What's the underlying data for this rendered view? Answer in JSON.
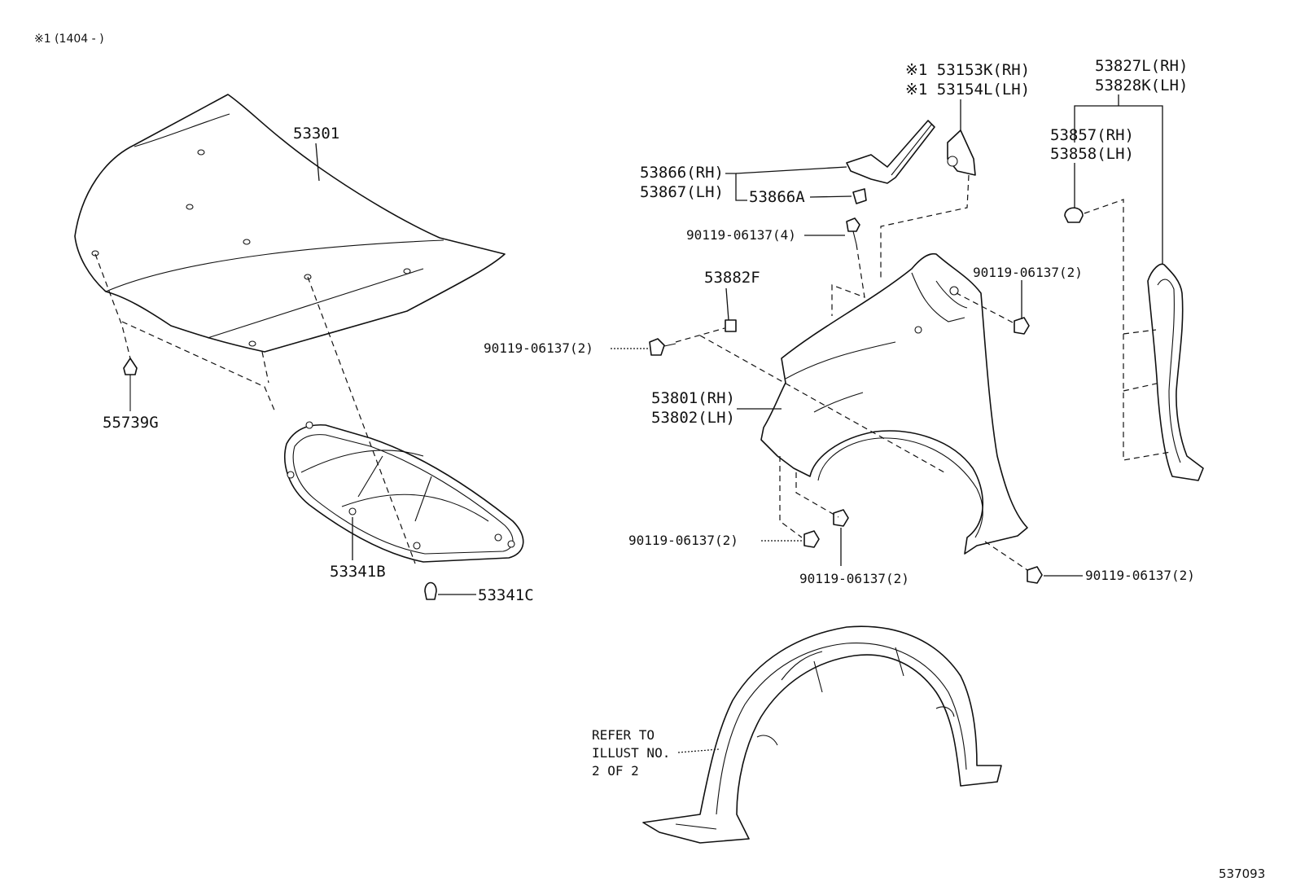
{
  "note": "※1 (1404 -      )",
  "diagram_id": "537093",
  "labels": {
    "hood": "53301",
    "hood_clip": "55739G",
    "insulator": "53341B",
    "insulator_clip": "53341C",
    "seal_rh": "※1 53153K(RH)",
    "seal_lh": "※1 53154L(LH)",
    "bracket_rh": "53866(RH)",
    "bracket_lh": "53867(LH)",
    "bracket_clip": "53866A",
    "bolt_top": "90119-06137(4)",
    "retainer": "53882F",
    "bolt_left": "90119-06137(2)",
    "bolt_right_top": "90119-06137(2)",
    "fender_rh": "53801(RH)",
    "fender_lh": "53802(LH)",
    "bolt_bottom_left": "90119-06137(2)",
    "bolt_bottom_mid": "90119-06137(2)",
    "bolt_bottom_right": "90119-06137(2)",
    "protector_rh": "53827L(RH)",
    "protector_lh": "53828K(LH)",
    "clip_rh": "53857(RH)",
    "clip_lh": "53858(LH)",
    "refer_1": "REFER TO",
    "refer_2": "ILLUST NO.",
    "refer_3": "2 OF 2"
  }
}
